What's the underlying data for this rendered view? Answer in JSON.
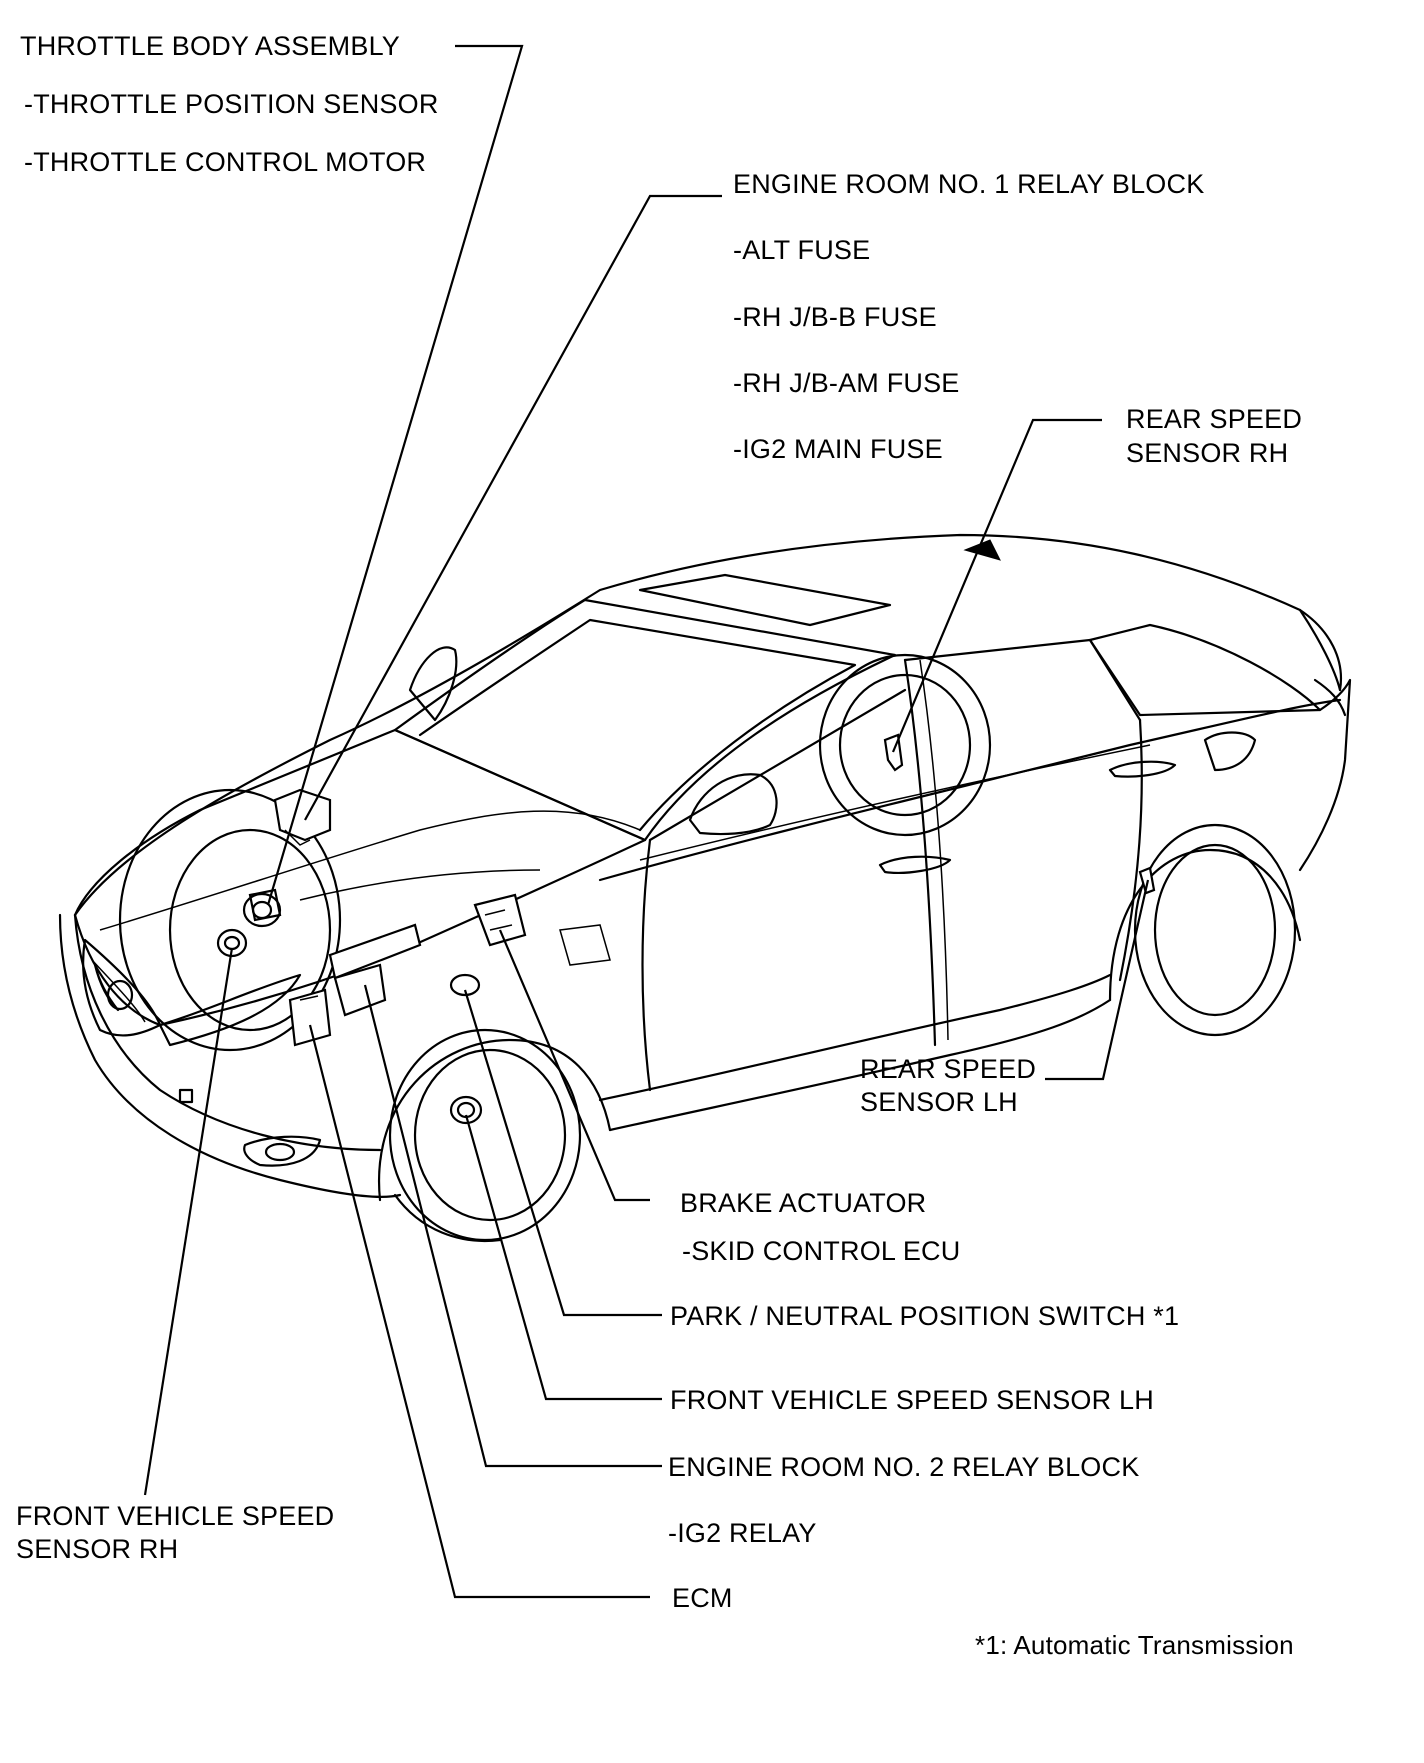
{
  "labels": {
    "throttle_body": "THROTTLE BODY ASSEMBLY",
    "throttle_position_sensor": "-THROTTLE POSITION SENSOR",
    "throttle_control_motor": "-THROTTLE CONTROL MOTOR",
    "engine_room_relay_1": "ENGINE ROOM NO. 1 RELAY BLOCK",
    "alt_fuse": "-ALT FUSE",
    "rh_jb_b_fuse": "-RH J/B-B FUSE",
    "rh_jb_am_fuse": "-RH J/B-AM FUSE",
    "ig2_main_fuse": "-IG2 MAIN FUSE",
    "rear_speed_sensor_rh_1": "REAR SPEED",
    "rear_speed_sensor_rh_2": "SENSOR RH",
    "rear_speed_sensor_lh_1": "REAR SPEED",
    "rear_speed_sensor_lh_2": "SENSOR LH",
    "brake_actuator": "BRAKE ACTUATOR",
    "skid_control_ecu": "-SKID CONTROL ECU",
    "park_neutral_switch": "PARK / NEUTRAL POSITION SWITCH *1",
    "front_speed_sensor_lh": "FRONT VEHICLE SPEED SENSOR LH",
    "engine_room_relay_2": "ENGINE ROOM NO. 2 RELAY BLOCK",
    "ig2_relay": "-IG2 RELAY",
    "front_speed_sensor_rh_1": "FRONT VEHICLE SPEED",
    "front_speed_sensor_rh_2": "SENSOR RH",
    "ecm": "ECM"
  },
  "footnote": "*1: Automatic Transmission"
}
